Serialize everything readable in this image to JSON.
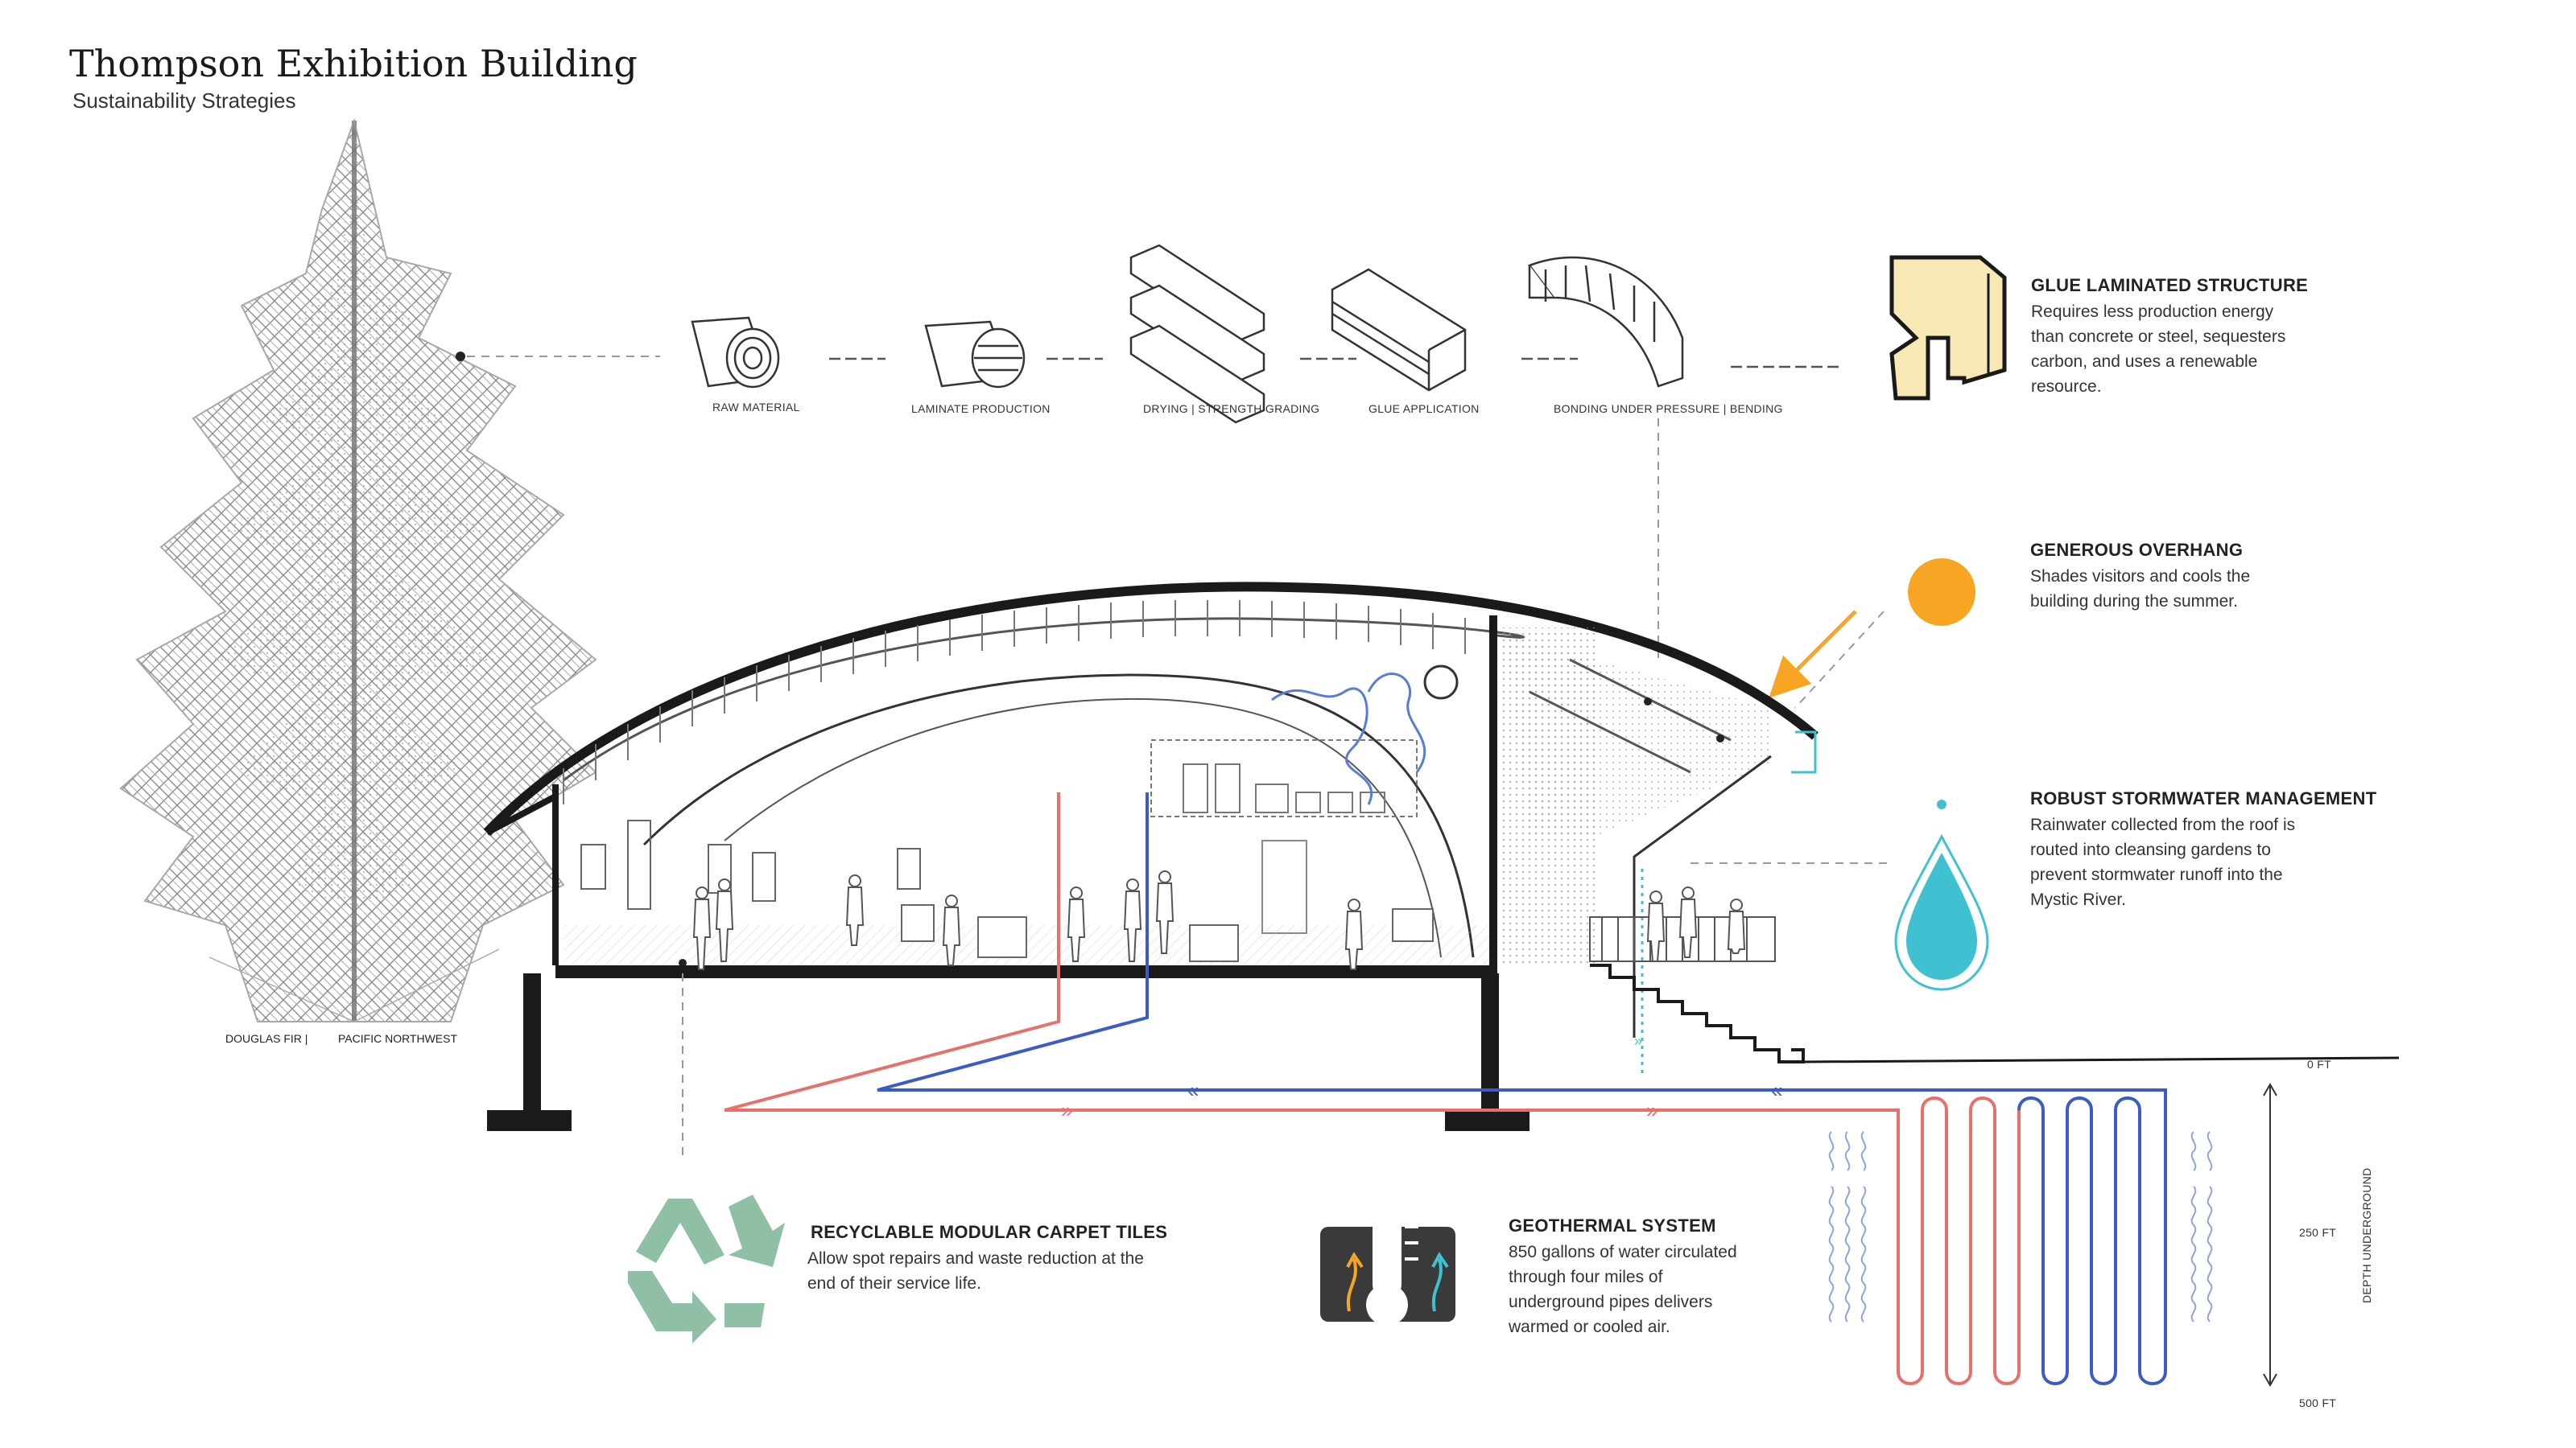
{
  "header": {
    "title": "Thompson Exhibition Building",
    "subtitle": "Sustainability Strategies"
  },
  "process_steps": [
    {
      "label": "RAW MATERIAL"
    },
    {
      "label": "LAMINATE PRODUCTION"
    },
    {
      "label": "DRYING | STRENGTH GRADING"
    },
    {
      "label": "GLUE APPLICATION"
    },
    {
      "label": "BONDING UNDER PRESSURE | BENDING"
    }
  ],
  "tree_caption": {
    "left": "DOUGLAS FIR |",
    "right": "PACIFIC NORTHWEST"
  },
  "strategies": {
    "glulam": {
      "heading": "GLUE LAMINATED STRUCTURE",
      "lines": [
        "Requires less production energy",
        "than concrete or steel, sequesters",
        "carbon, and uses a renewable",
        "resource."
      ]
    },
    "overhang": {
      "heading": "GENEROUS OVERHANG",
      "lines": [
        "Shades visitors and cools the",
        "building during the summer."
      ]
    },
    "stormwater": {
      "heading": "ROBUST STORMWATER MANAGEMENT",
      "lines": [
        "Rainwater collected from the roof is",
        "routed into cleansing gardens to",
        "prevent stormwater runoff into the",
        "Mystic River."
      ]
    },
    "carpet": {
      "heading": "RECYCLABLE MODULAR CARPET TILES",
      "lines": [
        "Allow spot repairs and waste reduction at the",
        "end of their service life."
      ]
    },
    "geothermal": {
      "heading": "GEOTHERMAL SYSTEM",
      "lines": [
        "850 gallons of water circulated",
        "through four miles of",
        "underground pipes delivers",
        "warmed or cooled air."
      ]
    }
  },
  "depth_scale": {
    "top": "0 FT",
    "middle": "250 FT",
    "bottom": "500 FT",
    "axis_label": "DEPTH UNDERGROUND"
  },
  "colors": {
    "warm_pipe": "#e8706b",
    "cool_pipe": "#3a5cc4",
    "sun": "#f6a623",
    "water_drop": "#3fc1d1",
    "glulam_fill": "#f7e8b4",
    "recycle": "#8fc0a5",
    "thermo_bg": "#3a3a3a",
    "structure": "#222222"
  },
  "icons": [
    "tree-icon",
    "log-icon",
    "sun-icon",
    "water-drop-icon",
    "recycle-icon",
    "thermometer-icon",
    "glulam-beam-icon"
  ]
}
